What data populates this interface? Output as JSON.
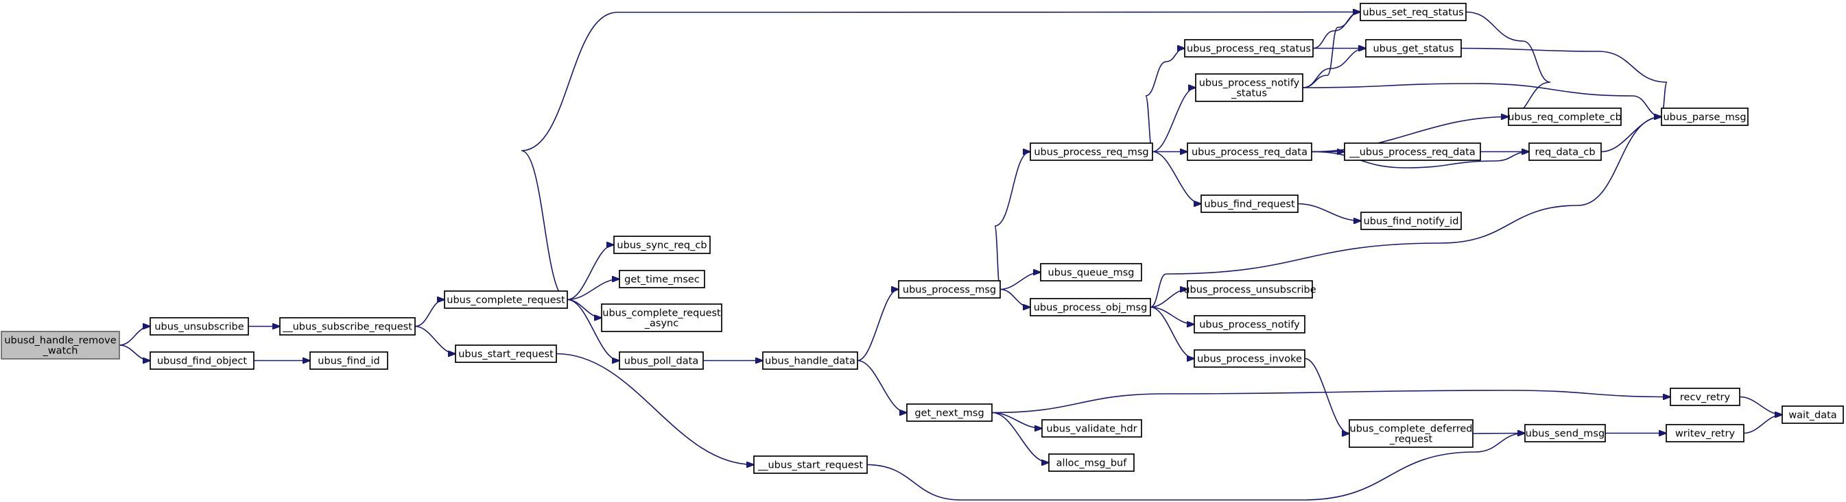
{
  "nodes": [
    {
      "id": "root",
      "lines": [
        "ubusd_handle_remove",
        "_watch"
      ],
      "root": true
    },
    {
      "id": "unsub",
      "lines": [
        "ubus_unsubscribe"
      ]
    },
    {
      "id": "findobj",
      "lines": [
        "ubusd_find_object"
      ]
    },
    {
      "id": "subreq",
      "lines": [
        "__ubus_subscribe_request"
      ]
    },
    {
      "id": "findid",
      "lines": [
        "ubus_find_id"
      ]
    },
    {
      "id": "complete",
      "lines": [
        "ubus_complete_request"
      ]
    },
    {
      "id": "startreq",
      "lines": [
        "ubus_start_request"
      ]
    },
    {
      "id": "synccb",
      "lines": [
        "ubus_sync_req_cb"
      ]
    },
    {
      "id": "gettime",
      "lines": [
        "get_time_msec"
      ]
    },
    {
      "id": "cra",
      "lines": [
        "ubus_complete_request",
        "_async"
      ]
    },
    {
      "id": "poll",
      "lines": [
        "ubus_poll_data"
      ]
    },
    {
      "id": "ustart",
      "lines": [
        "__ubus_start_request"
      ]
    },
    {
      "id": "handle",
      "lines": [
        "ubus_handle_data"
      ]
    },
    {
      "id": "pmsg",
      "lines": [
        "ubus_process_msg"
      ]
    },
    {
      "id": "getnext",
      "lines": [
        "get_next_msg"
      ]
    },
    {
      "id": "preqmsg",
      "lines": [
        "ubus_process_req_msg"
      ]
    },
    {
      "id": "queue",
      "lines": [
        "ubus_queue_msg"
      ]
    },
    {
      "id": "pobj",
      "lines": [
        "ubus_process_obj_msg"
      ]
    },
    {
      "id": "validate",
      "lines": [
        "ubus_validate_hdr"
      ]
    },
    {
      "id": "alloc",
      "lines": [
        "alloc_msg_buf"
      ]
    },
    {
      "id": "preqstatus",
      "lines": [
        "ubus_process_req_status"
      ]
    },
    {
      "id": "pnotifystatus",
      "lines": [
        "ubus_process_notify",
        "_status"
      ]
    },
    {
      "id": "preqdata",
      "lines": [
        "ubus_process_req_data"
      ]
    },
    {
      "id": "findreq",
      "lines": [
        "ubus_find_request"
      ]
    },
    {
      "id": "punsub",
      "lines": [
        "ubus_process_unsubscribe"
      ]
    },
    {
      "id": "pnotify",
      "lines": [
        "ubus_process_notify"
      ]
    },
    {
      "id": "pinvoke",
      "lines": [
        "ubus_process_invoke"
      ]
    },
    {
      "id": "setstatus",
      "lines": [
        "ubus_set_req_status"
      ]
    },
    {
      "id": "getstatus",
      "lines": [
        "ubus_get_status"
      ]
    },
    {
      "id": "uupreqdata",
      "lines": [
        "__ubus_process_req_data"
      ]
    },
    {
      "id": "findnotify",
      "lines": [
        "ubus_find_notify_id"
      ]
    },
    {
      "id": "cdr",
      "lines": [
        "ubus_complete_deferred",
        "_request"
      ]
    },
    {
      "id": "reqcomplete",
      "lines": [
        "ubus_req_complete_cb"
      ]
    },
    {
      "id": "reqdatacb",
      "lines": [
        "req_data_cb"
      ]
    },
    {
      "id": "sendmsg",
      "lines": [
        "ubus_send_msg"
      ]
    },
    {
      "id": "parse",
      "lines": [
        "ubus_parse_msg"
      ]
    },
    {
      "id": "recv",
      "lines": [
        "recv_retry"
      ]
    },
    {
      "id": "writev",
      "lines": [
        "writev_retry"
      ]
    },
    {
      "id": "wait",
      "lines": [
        "wait_data"
      ]
    }
  ],
  "edges": [
    [
      "root",
      "unsub"
    ],
    [
      "root",
      "findobj"
    ],
    [
      "unsub",
      "subreq"
    ],
    [
      "findobj",
      "findid"
    ],
    [
      "subreq",
      "complete"
    ],
    [
      "subreq",
      "startreq"
    ],
    [
      "complete",
      "setstatus"
    ],
    [
      "complete",
      "synccb"
    ],
    [
      "complete",
      "gettime"
    ],
    [
      "complete",
      "cra"
    ],
    [
      "complete",
      "poll"
    ],
    [
      "startreq",
      "ustart"
    ],
    [
      "poll",
      "handle"
    ],
    [
      "handle",
      "pmsg"
    ],
    [
      "handle",
      "getnext"
    ],
    [
      "pmsg",
      "preqmsg"
    ],
    [
      "pmsg",
      "queue"
    ],
    [
      "pmsg",
      "pobj"
    ],
    [
      "getnext",
      "recv"
    ],
    [
      "getnext",
      "validate"
    ],
    [
      "getnext",
      "alloc"
    ],
    [
      "preqmsg",
      "preqstatus"
    ],
    [
      "preqmsg",
      "pnotifystatus"
    ],
    [
      "preqmsg",
      "preqdata"
    ],
    [
      "preqmsg",
      "findreq"
    ],
    [
      "pobj",
      "parse"
    ],
    [
      "pobj",
      "punsub"
    ],
    [
      "pobj",
      "pnotify"
    ],
    [
      "pobj",
      "pinvoke"
    ],
    [
      "preqstatus",
      "setstatus"
    ],
    [
      "preqstatus",
      "getstatus"
    ],
    [
      "pnotifystatus",
      "setstatus"
    ],
    [
      "pnotifystatus",
      "getstatus"
    ],
    [
      "pnotifystatus",
      "parse"
    ],
    [
      "preqdata",
      "reqcomplete"
    ],
    [
      "preqdata",
      "uupreqdata"
    ],
    [
      "preqdata",
      "reqdatacb"
    ],
    [
      "findreq",
      "findnotify"
    ],
    [
      "pinvoke",
      "cdr"
    ],
    [
      "setstatus",
      "reqcomplete"
    ],
    [
      "getstatus",
      "parse"
    ],
    [
      "uupreqdata",
      "reqdatacb"
    ],
    [
      "reqdatacb",
      "parse"
    ],
    [
      "cdr",
      "sendmsg"
    ],
    [
      "ustart",
      "sendmsg"
    ],
    [
      "sendmsg",
      "writev"
    ],
    [
      "recv",
      "wait"
    ],
    [
      "writev",
      "wait"
    ]
  ]
}
